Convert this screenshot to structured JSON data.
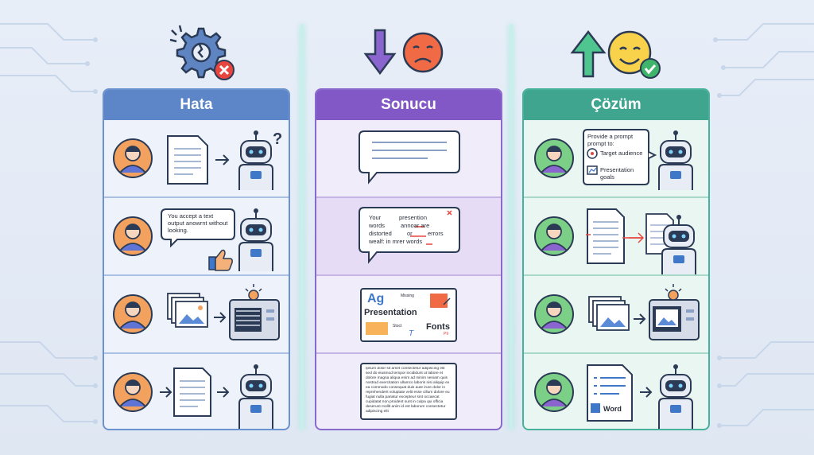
{
  "columns": [
    {
      "title": "Hata"
    },
    {
      "title": "Sonucu"
    },
    {
      "title": "Çözüm"
    }
  ],
  "hata": {
    "row2_bubble": "You accept a text output anowrnt without looking."
  },
  "sonucu": {
    "row2": {
      "left_top": "Your",
      "left_mid": "words",
      "left_bot": "distorted",
      "right_top": "presention",
      "right_mid": "annoar are",
      "right_bot": "errors",
      "or": "or",
      "bottom": "wealf: in mrer words"
    },
    "row3": {
      "ag": "Ag",
      "missing": "Missing",
      "presentation": "Presentation",
      "fonts": "Fonts",
      "stoct": "Stoct",
      "t": "T",
      "p": "P9"
    },
    "row4_text": "Ipsum dolor sit amet consectetur adipiscing elit sed do eiusmod tempor incididunt ut labore et dolore magna aliqua enim ad minim veniam quis nostrud exercitation ullamco laboris nisi aliquip ex ea commodo consequat duis aute irure dolor in reprehenderit voluptate velit esse cillum dolore eu fugiat nulla pariatur excepteur sint occaecat cupidatat non proident sunt in culpa qui officia deserunt mollit anim id est laborum consectetur adipiscing elit"
  },
  "cozum": {
    "row1": {
      "title": "Provide a prompt prompt to:",
      "item1": "Target audience",
      "item2": "Presentation goals"
    },
    "row4_word": "Word"
  },
  "colors": {
    "hata": "#5d86c8",
    "sonucu": "#8158c6",
    "cozum": "#3fa58f",
    "avatar_orange": "#f2a15e",
    "avatar_green": "#7ccf86",
    "robot_blue": "#3f77c9"
  }
}
